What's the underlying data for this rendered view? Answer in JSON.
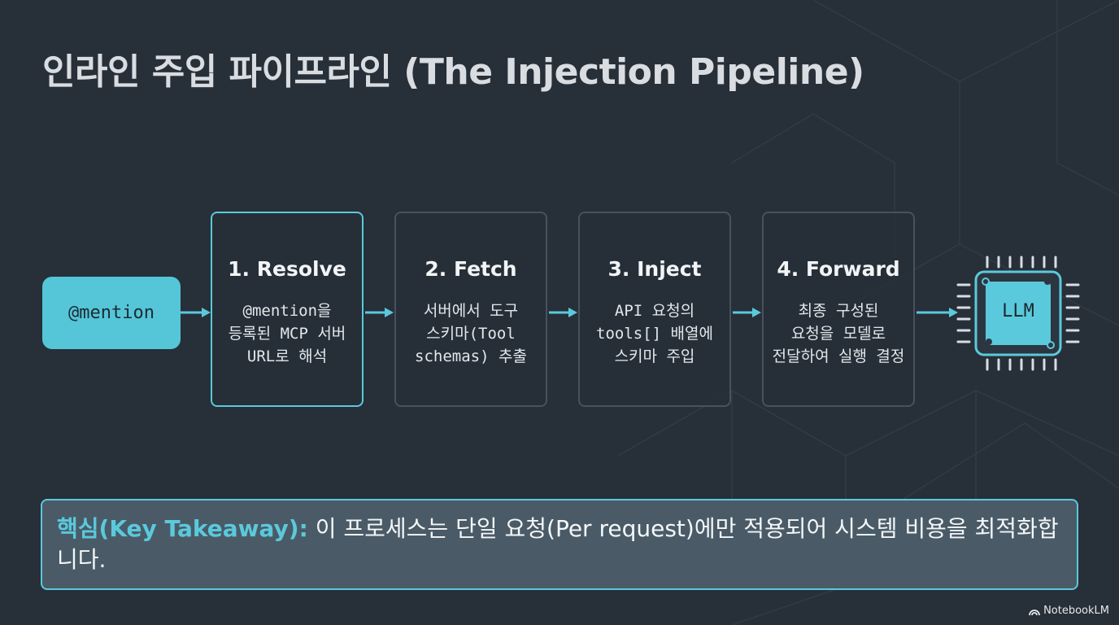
{
  "title": "인라인 주입 파이프라인 (The Injection Pipeline)",
  "mention_label": "@mention",
  "steps": [
    {
      "title": "1. Resolve",
      "lines": [
        "@mention을",
        "등록된 MCP 서버",
        "URL로 해석"
      ]
    },
    {
      "title": "2. Fetch",
      "lines": [
        "서버에서 도구",
        "스키마(Tool",
        "schemas) 추출"
      ]
    },
    {
      "title": "3. Inject",
      "lines": [
        "API 요청의",
        "tools[] 배열에",
        "스키마 주입"
      ]
    },
    {
      "title": "4. Forward",
      "lines": [
        "최종 구성된",
        "요청을 모델로",
        "전달하여 실행 결정"
      ]
    }
  ],
  "llm_label": "LLM",
  "takeaway": {
    "key": "핵심(Key Takeaway):",
    "text": " 이 프로세스는 단일 요청(Per request)에만 적용되어 시스템 비용을 최적화합니다."
  },
  "watermark": "NotebookLM",
  "colors": {
    "accent": "#5bc9dc",
    "background": "#272f38",
    "box_border": "#47525d"
  }
}
